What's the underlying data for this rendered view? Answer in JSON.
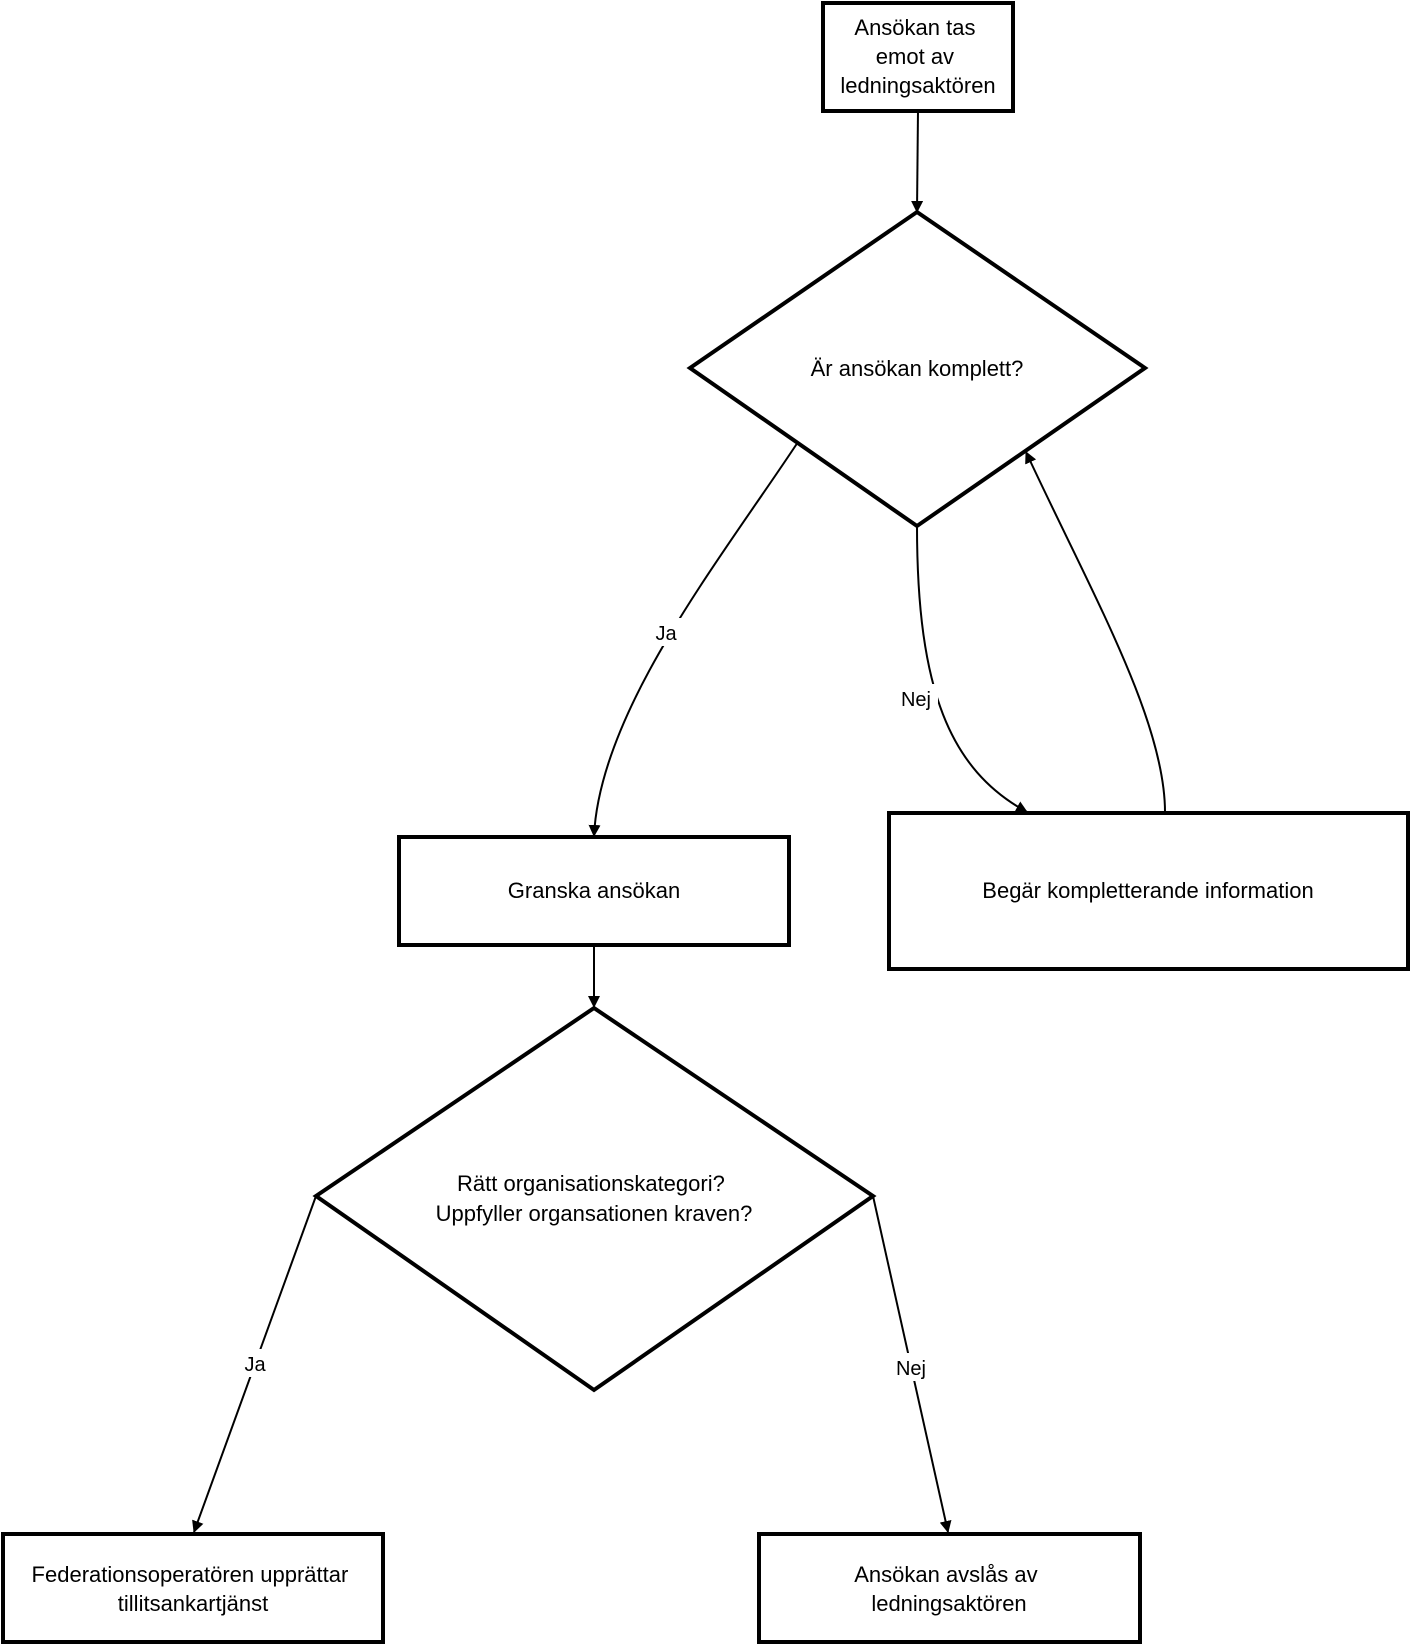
{
  "nodes": {
    "start": {
      "type": "process",
      "lines": [
        "Ansökan tas",
        "emot av",
        "ledningsaktören"
      ]
    },
    "complete_check": {
      "type": "decision",
      "lines": [
        "Är ansökan komplett?"
      ]
    },
    "review": {
      "type": "process",
      "lines": [
        "Granska ansökan"
      ]
    },
    "request_info": {
      "type": "process",
      "lines": [
        "Begär kompletterande information"
      ]
    },
    "category_check": {
      "type": "decision",
      "lines": [
        "Rätt organisationskategori?",
        "Uppfyller organsationen kraven?"
      ]
    },
    "trust_anchor": {
      "type": "process",
      "lines": [
        "Federationsoperatören upprättar",
        "tillitsankartjänst"
      ]
    },
    "rejected": {
      "type": "process",
      "lines": [
        "Ansökan avslås av",
        "ledningsaktören"
      ]
    }
  },
  "edges": [
    {
      "from": "start",
      "to": "complete_check",
      "label": ""
    },
    {
      "from": "complete_check",
      "to": "review",
      "label": "Ja"
    },
    {
      "from": "complete_check",
      "to": "request_info",
      "label": "Nej"
    },
    {
      "from": "request_info",
      "to": "complete_check",
      "label": ""
    },
    {
      "from": "review",
      "to": "category_check",
      "label": ""
    },
    {
      "from": "category_check",
      "to": "trust_anchor",
      "label": "Ja"
    },
    {
      "from": "category_check",
      "to": "rejected",
      "label": "Nej"
    }
  ]
}
